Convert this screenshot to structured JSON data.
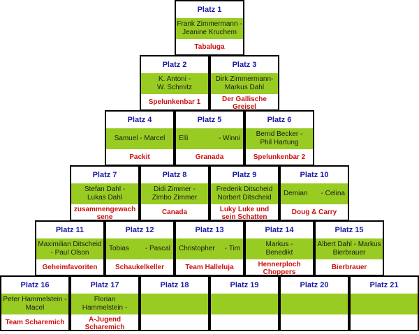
{
  "colors": {
    "place": "#1a1aa6",
    "team": "#cc1111",
    "band": "#99cc22",
    "border": "#000000"
  },
  "rows": [
    [
      {
        "place": "Platz 1",
        "names": [
          "Frank Zimmermann -",
          "Jeanine Kruchem"
        ],
        "team": "Tabaluga"
      }
    ],
    [
      {
        "place": "Platz 2",
        "names": [
          "K. Antoni -",
          "W. Schmitz"
        ],
        "team": "Spelunkenbar 1"
      },
      {
        "place": "Platz 3",
        "names": [
          "Dirk Zimmermann-",
          "Markus Dahl"
        ],
        "team": "Der Gallische\nGreisel"
      }
    ],
    [
      {
        "place": "Platz 4",
        "names": [
          "Samuel - Marcel"
        ],
        "team": "Packit"
      },
      {
        "place": "Platz 5",
        "names": [
          "Elli",
          "- Winni"
        ],
        "team": "Granada",
        "spread": true
      },
      {
        "place": "Platz 6",
        "names": [
          "Bernd Becker -",
          "Phil Hartung"
        ],
        "team": "Spelunkenbar 2"
      }
    ],
    [
      {
        "place": "Platz 7",
        "names": [
          "Stefan Dahl -",
          "Lukas Dahl"
        ],
        "team": "zusammengewach\nsene"
      },
      {
        "place": "Platz 8",
        "names": [
          "Didi Zimmer -",
          "Zimbo Zimmer"
        ],
        "team": "Canada"
      },
      {
        "place": "Platz 9",
        "names": [
          "Frederik Ditscheid",
          "Norbert Ditscheid"
        ],
        "team": "Luky Luke und\nsein Schatten"
      },
      {
        "place": "Platz 10",
        "names": [
          "Demian",
          "- Celina"
        ],
        "team": "Doug & Carry",
        "spread": true
      }
    ],
    [
      {
        "place": "Platz 11",
        "names": [
          "Maximilian Ditscheid",
          "- Paul Olson"
        ],
        "team": "Geheimfavoriten"
      },
      {
        "place": "Platz 12",
        "names": [
          "Tobias",
          "- Pascal"
        ],
        "team": "Schaukelkeller",
        "spread": true
      },
      {
        "place": "Platz 13",
        "names": [
          "Christopher",
          "- Tim"
        ],
        "team": "Team Halleluja",
        "spread": true
      },
      {
        "place": "Platz 14",
        "names": [
          "Markus -",
          "Benedikt"
        ],
        "team": "Hennerploch\nChoppers"
      },
      {
        "place": "Platz 15",
        "names": [
          "Albert Dahl - Markus",
          "Bierbrauer"
        ],
        "team": "Bierbrauer"
      }
    ],
    [
      {
        "place": "Platz 16",
        "names": [
          "Peter Hammelstein -",
          "Macel"
        ],
        "team": "Team Scharemich"
      },
      {
        "place": "Platz 17",
        "names": [
          "Florian",
          "Hammelstein -"
        ],
        "team": "A-Jugend\nScharemich"
      },
      {
        "place": "Platz 18",
        "names": [],
        "team": ""
      },
      {
        "place": "Platz 19",
        "names": [],
        "team": ""
      },
      {
        "place": "Platz 20",
        "names": [],
        "team": ""
      },
      {
        "place": "Platz 21",
        "names": [],
        "team": ""
      }
    ]
  ]
}
